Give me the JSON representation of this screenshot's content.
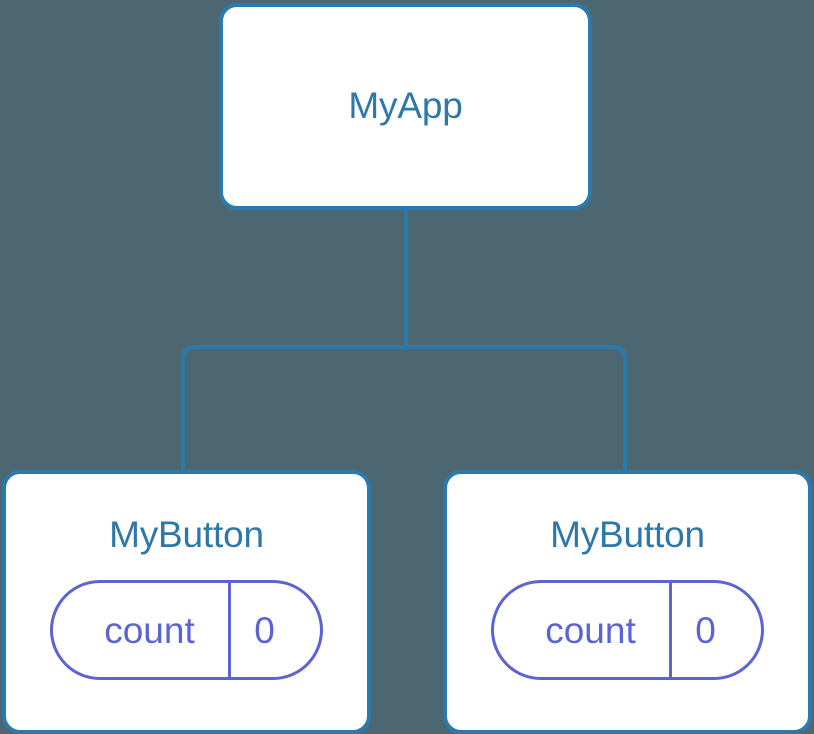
{
  "diagram": {
    "type": "component-tree",
    "background_color": "#4d6772",
    "node_border_color": "#2a7aad",
    "node_title_color": "#2d77a9",
    "state_accent_color": "#5c64d4",
    "edge_color": "#2a7aad",
    "root": {
      "title": "MyApp"
    },
    "children": [
      {
        "title": "MyButton",
        "state": {
          "key": "count",
          "value": "0"
        }
      },
      {
        "title": "MyButton",
        "state": {
          "key": "count",
          "value": "0"
        }
      }
    ]
  }
}
